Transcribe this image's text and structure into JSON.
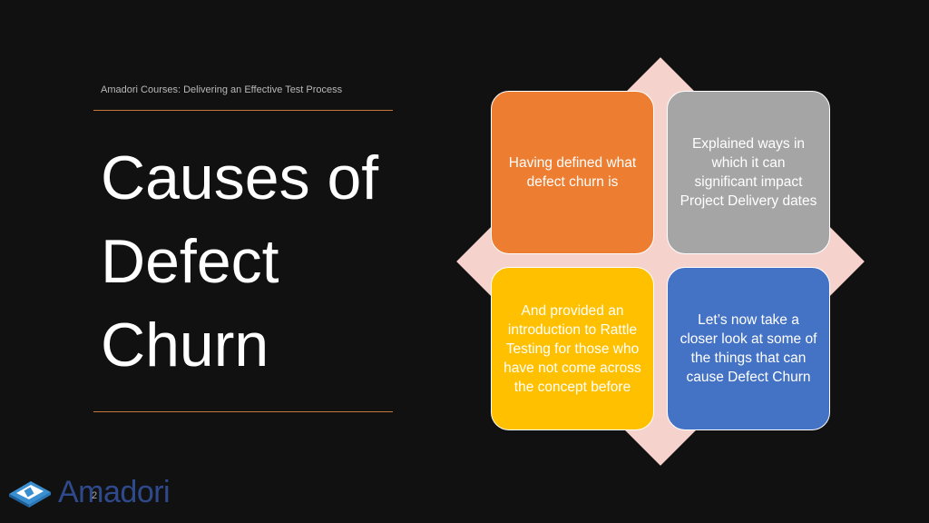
{
  "slide": {
    "subtitle": "Amadori Courses: Delivering an Effective Test Process",
    "title": "Causes of Defect Churn",
    "page_number": "2"
  },
  "boxes": {
    "top_left": "Having defined what defect churn is",
    "top_right": "Explained ways in which it can significant impact Project Delivery dates",
    "bottom_left": "And provided an introduction to Rattle Testing for those who have not come across the concept before",
    "bottom_right": "Let’s now take a closer look at some of the things that can cause Defect Churn"
  },
  "logo": {
    "text": "Amadori"
  },
  "colors": {
    "background": "#111111",
    "accent_rule": "#c8773a",
    "orange": "#ed7d31",
    "gray": "#a5a5a5",
    "yellow": "#ffc000",
    "blue": "#4472c4",
    "diamond": "#f6d2cd"
  }
}
